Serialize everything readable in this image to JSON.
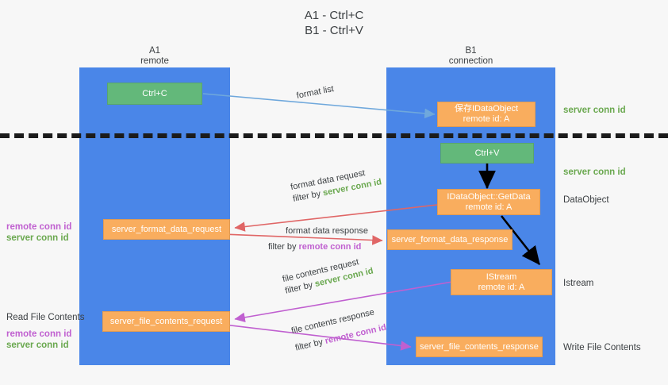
{
  "title": "A1 - Ctrl+C\nB1 - Ctrl+V",
  "lanes": [
    {
      "name": "A1",
      "subtitle": "remote"
    },
    {
      "name": "B1",
      "subtitle": "connection"
    }
  ],
  "nodes": {
    "ctrl_c": {
      "label": "Ctrl+C",
      "color": "#63b87a"
    },
    "ctrl_v": {
      "label": "Ctrl+V",
      "color": "#63b87a"
    },
    "idataobject_store": {
      "line1": "保存IDataObject",
      "line2": "remote id: A",
      "color": "#f9ad5e"
    },
    "idataobject_getdata": {
      "line1": "IDataObject::GetData",
      "line2": "remote id: A",
      "color": "#f9ad5e"
    },
    "istream": {
      "line1": "IStream",
      "line2": "remote id: A",
      "color": "#f9ad5e"
    },
    "server_format_data_request": {
      "label": "server_format_data_request",
      "color": "#f9ad5e"
    },
    "server_format_data_response": {
      "label": "server_format_data_response",
      "color": "#f9ad5e"
    },
    "server_file_contents_request": {
      "label": "server_file_contents_request",
      "color": "#f9ad5e"
    },
    "server_file_contents_response": {
      "label": "server_file_contents_response",
      "color": "#f9ad5e"
    }
  },
  "edge_labels": {
    "format_list": "format list",
    "format_data_request": "format data request",
    "format_data_request_filter_prefix": "filter by ",
    "format_data_request_filter_value": "server conn id",
    "format_data_response": "format data response",
    "format_data_response_filter_prefix": "filter by ",
    "format_data_response_filter_value": "remote conn id",
    "file_contents_request": "file contents request",
    "file_contents_request_filter_prefix": "filter by ",
    "file_contents_request_filter_value": "server conn id",
    "file_contents_response": "file contents response",
    "file_contents_response_filter_prefix": "filter by ",
    "file_contents_response_filter_value": "remote conn id"
  },
  "right_notes": {
    "server_conn_id_top": "server conn id",
    "server_conn_id_mid": "server conn id",
    "dataobject": "DataObject",
    "istream": "Istream",
    "write_file_contents": "Write File Contents"
  },
  "left_notes": {
    "remote_conn_id_1": "remote conn id",
    "server_conn_id_1": "server conn id",
    "read_file_contents": "Read File Contents",
    "remote_conn_id_2": "remote conn id",
    "server_conn_id_2": "server conn id"
  },
  "colors": {
    "lane": "#4a86e8",
    "green_node": "#63b87a",
    "orange_node": "#f9ad5e",
    "green_text": "#6aa84f",
    "purple_text": "#c060d0",
    "arrow_blue": "#6fa8dc",
    "arrow_red": "#e06666",
    "arrow_magenta": "#c060d0",
    "arrow_black": "#000000",
    "background": "#f7f7f7"
  }
}
